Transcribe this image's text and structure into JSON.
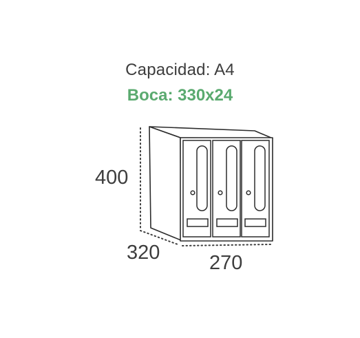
{
  "capacity_text": "Capacidad: A4",
  "slot_text": "Boca: 330x24",
  "dimensions": {
    "height": "400",
    "depth": "320",
    "width": "270"
  },
  "colors": {
    "accent": "#5aaa6f",
    "text": "#3d3d3d",
    "outline": "#2b2b2b"
  },
  "compartments": 3
}
